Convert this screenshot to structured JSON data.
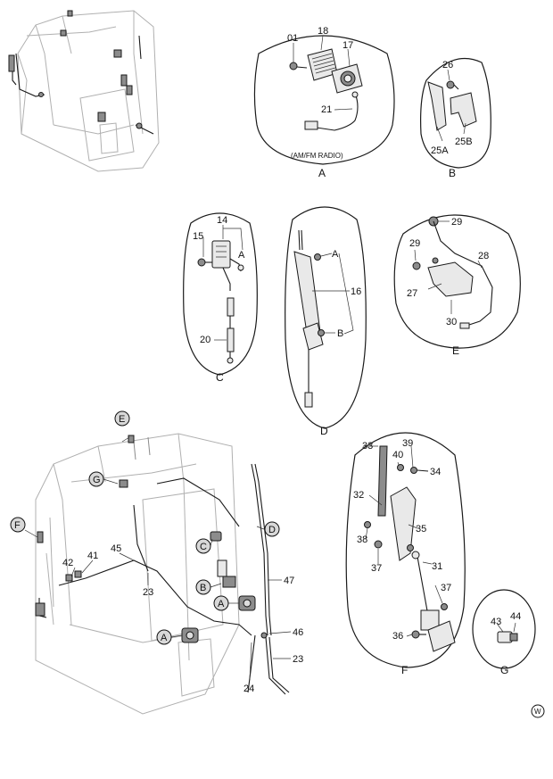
{
  "panels": {
    "A": {
      "letter": "A",
      "caption": "(AM/FM RADIO)",
      "parts": [
        "01",
        "18",
        "17",
        "21"
      ]
    },
    "B": {
      "letter": "B",
      "parts": [
        "26",
        "25A",
        "25B"
      ]
    },
    "C": {
      "letter": "C",
      "parts": [
        "14",
        "15",
        "A",
        "20"
      ]
    },
    "D": {
      "letter": "D",
      "parts": [
        "A",
        "16",
        "B"
      ]
    },
    "E": {
      "letter": "E",
      "parts": [
        "29",
        "29",
        "28",
        "27",
        "30"
      ]
    },
    "F": {
      "letter": "F",
      "parts": [
        "40",
        "33",
        "39",
        "34",
        "32",
        "35",
        "38",
        "37",
        "31",
        "37",
        "36"
      ]
    },
    "G": {
      "letter": "G",
      "parts": [
        "43",
        "44"
      ]
    }
  },
  "main_view": {
    "callouts": [
      "E",
      "G",
      "F",
      "C",
      "D",
      "B",
      "A",
      "A"
    ],
    "parts": [
      "45",
      "42",
      "41",
      "23",
      "47",
      "46",
      "23",
      "24"
    ]
  },
  "corner_mark": "W"
}
